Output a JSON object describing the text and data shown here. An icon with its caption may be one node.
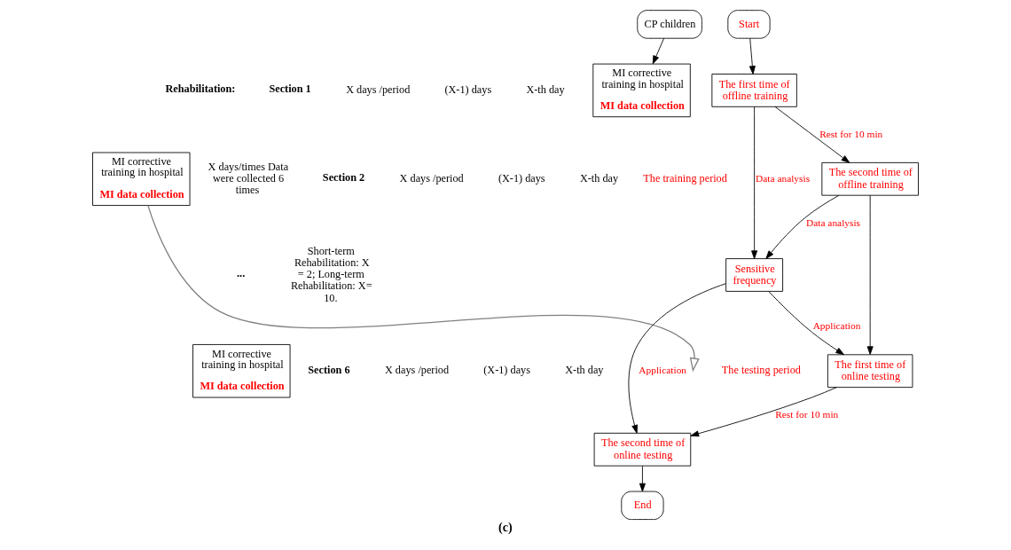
{
  "diagram": {
    "caption": "(c)",
    "nodes": [
      {
        "text": [
          "CP children"
        ]
      },
      {
        "text": [
          "MI corrective training in hospital",
          "MI data collection"
        ]
      },
      {
        "text": [
          "MI corrective training in hospital",
          "MI data collection"
        ]
      },
      {
        "text": [
          "MI corrective training in hospital",
          "MI data collection"
        ]
      },
      {
        "text": [
          "Start"
        ]
      },
      {
        "text": [
          "The first time of offline training"
        ]
      },
      {
        "text": [
          "The second time of offline training"
        ]
      },
      {
        "text": [
          "Sensitive frequency"
        ]
      },
      {
        "text": [
          "The first time of online testing"
        ]
      },
      {
        "text": [
          "The second time of online testing"
        ]
      },
      {
        "text": [
          "End"
        ]
      }
    ],
    "edges": [
      {
        "from": 0,
        "to": 1,
        "arrow": "to"
      },
      {
        "from": 2,
        "to": null,
        "arrow": "to",
        "color": "#808080"
      },
      {
        "from": 4,
        "to": 5,
        "arrow": "to"
      },
      {
        "from": 5,
        "to": 6,
        "arrow": "to",
        "label": "Rest for 10 min"
      },
      {
        "from": 5,
        "to": 7,
        "arrow": "to",
        "label": "Data analysis"
      },
      {
        "from": 6,
        "to": 7,
        "arrow": "to",
        "label": "Data analysis"
      },
      {
        "from": 6,
        "to": 8,
        "arrow": "to"
      },
      {
        "from": 7,
        "to": 8,
        "arrow": "to",
        "label": "Application"
      },
      {
        "from": 8,
        "to": 9,
        "arrow": "to",
        "label": "Rest for 10 min"
      },
      {
        "from": 7,
        "to": 9,
        "arrow": "to",
        "label": "Application"
      },
      {
        "from": 9,
        "to": 10,
        "arrow": "to"
      }
    ],
    "labels": [
      "Rehabilitation:",
      "X days/times Data were collected 6 times",
      "Short-term Rehabilitation: X = 2; Long-term Rehabilitation: X= 10.",
      "Section 1",
      "X days /period",
      "(X-1) days",
      "X-th day",
      "Section 2",
      "X days /period",
      "(X-1) days",
      "X-th day",
      "...",
      "Section 6",
      "X days /period",
      "(X-1) days",
      "X-th day",
      "The training period",
      "The testing period"
    ]
  }
}
